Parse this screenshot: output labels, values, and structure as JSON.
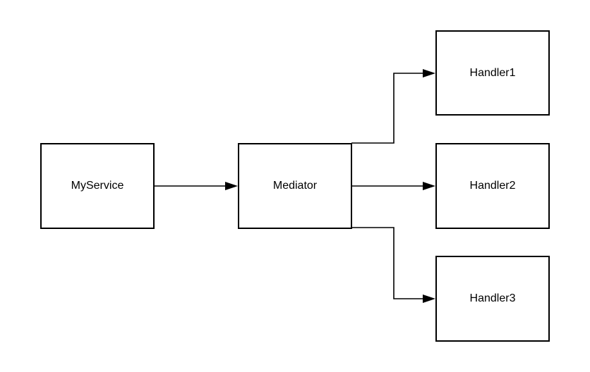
{
  "diagram": {
    "nodes": {
      "myservice": {
        "label": "MyService"
      },
      "mediator": {
        "label": "Mediator"
      },
      "handler1": {
        "label": "Handler1"
      },
      "handler2": {
        "label": "Handler2"
      },
      "handler3": {
        "label": "Handler3"
      }
    },
    "edges": [
      {
        "from": "MyService",
        "to": "Mediator"
      },
      {
        "from": "Mediator",
        "to": "Handler1"
      },
      {
        "from": "Mediator",
        "to": "Handler2"
      },
      {
        "from": "Mediator",
        "to": "Handler3"
      }
    ],
    "colors": {
      "stroke": "#000000",
      "fill": "#ffffff",
      "background": "#ffffff"
    }
  }
}
